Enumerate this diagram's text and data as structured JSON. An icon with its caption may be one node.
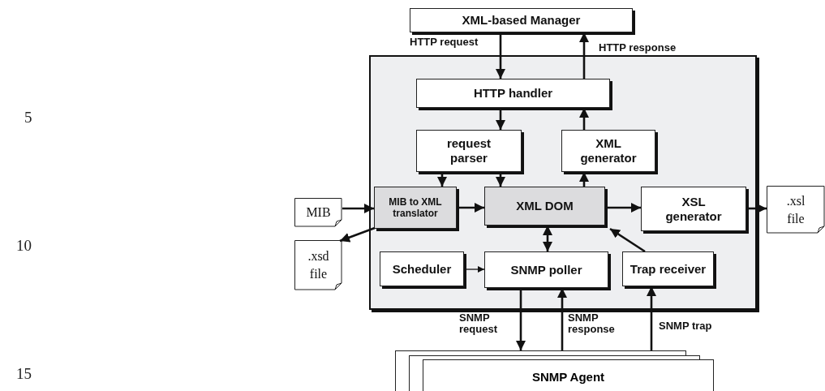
{
  "diagram": {
    "nodes": [
      {
        "text": [
          "XML-based Manager"
        ]
      },
      {
        "text": [],
        "shape": "box"
      },
      {
        "text": [
          "HTTP handler"
        ],
        "in": 1
      },
      {
        "text": [
          "request parser"
        ],
        "in": 1
      },
      {
        "text": [
          "XML generator"
        ],
        "in": 1
      },
      {
        "text": [
          "MIB to XML translator"
        ],
        "in": 1
      },
      {
        "text": [
          "XML DOM"
        ],
        "in": 1
      },
      {
        "text": [
          "XSL generator"
        ],
        "in": 1
      },
      {
        "text": [
          "Scheduler"
        ],
        "in": 1
      },
      {
        "text": [
          "SNMP poller"
        ],
        "in": 1
      },
      {
        "text": [
          "Trap receiver"
        ],
        "in": 1
      },
      {
        "text": [
          "MIB"
        ]
      },
      {
        "text": [
          ".xsd file"
        ]
      },
      {
        "text": [
          ".xsl file"
        ]
      },
      {
        "text": [
          "SNMP Agent"
        ]
      }
    ],
    "edges": [
      {
        "from": 0,
        "to": 2,
        "arrow": "to",
        "label": "HTTP request"
      },
      {
        "from": 2,
        "to": 0,
        "arrow": "to",
        "label": "HTTP response"
      },
      {
        "from": 2,
        "to": 3,
        "arrow": "to"
      },
      {
        "from": 4,
        "to": 2,
        "arrow": "to"
      },
      {
        "from": 3,
        "to": 5,
        "arrow": "to"
      },
      {
        "from": 3,
        "to": 6,
        "arrow": "to"
      },
      {
        "from": 6,
        "to": 4,
        "arrow": "to"
      },
      {
        "from": 11,
        "to": 5,
        "arrow": "to"
      },
      {
        "from": 5,
        "to": 12,
        "arrow": "to"
      },
      {
        "from": 5,
        "to": 6,
        "arrow": "to"
      },
      {
        "from": 6,
        "to": 7,
        "arrow": "to"
      },
      {
        "from": 7,
        "to": 13,
        "arrow": "to"
      },
      {
        "from": 6,
        "to": 9,
        "arrow": "both"
      },
      {
        "from": 8,
        "to": 9,
        "arrow": "to"
      },
      {
        "from": 10,
        "to": 6,
        "arrow": "to"
      },
      {
        "from": 9,
        "to": 14,
        "arrow": "to",
        "label": "SNMP request"
      },
      {
        "from": 14,
        "to": 9,
        "arrow": "to",
        "label": "SNMP response"
      },
      {
        "from": 14,
        "to": 10,
        "arrow": "to",
        "label": "SNMP trap"
      }
    ],
    "labels": [
      "5",
      "10",
      "15"
    ]
  }
}
